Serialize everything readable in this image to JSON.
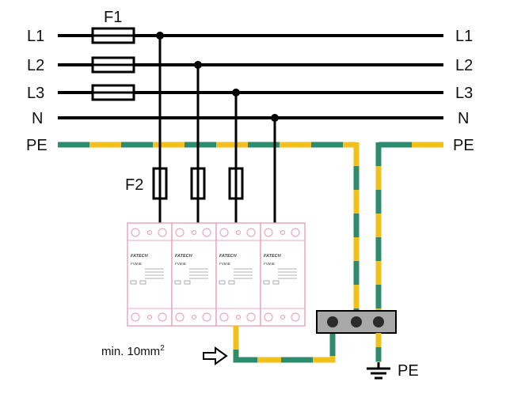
{
  "labels": {
    "l1_left": "L1",
    "l2_left": "L2",
    "l3_left": "L3",
    "n_left": "N",
    "pe_left": "PE",
    "l1_right": "L1",
    "l2_right": "L2",
    "l3_right": "L3",
    "n_right": "N",
    "pe_right": "PE",
    "fuse_f1": "F1",
    "fuse_f2": "F2",
    "earth_pe": "PE"
  },
  "min_section": {
    "text": "min. 10mm",
    "superscript": "2"
  },
  "spd_modules": [
    {
      "brand": "FATECH",
      "model": "FV50B"
    },
    {
      "brand": "FATECH",
      "model": "FV50B"
    },
    {
      "brand": "FATECH",
      "model": "FV50B"
    },
    {
      "brand": "FATECH",
      "model": "FV50B"
    }
  ],
  "colors": {
    "line": "#000000",
    "pe_green": "#2e8b6e",
    "pe_yellow": "#f2c01c",
    "module_border": "#e8a9c0",
    "terminal_block": "#a8a8a8"
  }
}
